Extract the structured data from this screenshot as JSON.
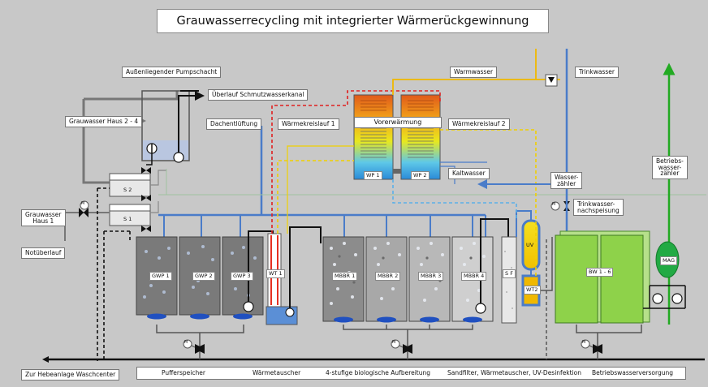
{
  "title": "Grauwasserrecycling mit integrierter Wärmerückgewinnung",
  "labels": {
    "pumpschacht": "Außenliegender Pumpschacht",
    "ueberlauf": "Überlauf Schmutzwasserkanal",
    "grauwasser_haus_2_4": "Grauwasser Haus 2 - 4",
    "dachentlueftung": "Dachentlüftung",
    "waermekreislauf_1": "Wärmekreislauf 1",
    "warmwasser": "Warmwasser",
    "trinkwasser": "Trinkwasser",
    "vorerwaermung": "Vorerwärmung",
    "waermekreislauf_2": "Wärmekreislauf 2",
    "kaltwasser": "Kaltwasser",
    "wasserzaehler": "Wasser-\nzähler",
    "betriebswasserzaehler": "Betriebs-\nwasser-\nzähler",
    "trinkwassernachspeisung": "Trinkwasser-\nnachspeisung",
    "grauwasser_haus_1": "Grauwasser\nHaus 1",
    "notueberlauf": "Notüberlauf",
    "hebeanlage": "Zur Hebeanlage Waschcenter"
  },
  "bottom_sections": {
    "pufferspeicher": "Pufferspeicher",
    "waermetauscher": "Wärmetauscher",
    "bio": "4-stufige biologische Aufbereitung",
    "filter": "Sandfilter, Wärmetauscher, UV-Desinfektion",
    "versorgung": "Betriebswasserversorgung"
  },
  "tags": {
    "gwp1": "GWP 1",
    "gwp2": "GWP 2",
    "gwp3": "GWP 3",
    "wt1": "WT 1",
    "mbbr1": "MBBR 1",
    "mbbr2": "MBBR 2",
    "mbbr3": "MBBR 3",
    "mbbr4": "MBBR 4",
    "sf": "S F",
    "uv": "UV",
    "wt2": "WT2",
    "bw": "BW 1 - 6",
    "mag": "MAG",
    "wp1": "WP 1",
    "wp2": "WP 2",
    "s1": "S 1",
    "s2": "S 2",
    "motor": "M"
  },
  "colors": {
    "cold_blue": "#4a7cc9",
    "warm_yellow": "#f0b800",
    "hot_red": "#e02020",
    "supply_green": "#22aa22",
    "tank_gray": "#7a7a7a",
    "bw_green": "#8ed24a"
  }
}
